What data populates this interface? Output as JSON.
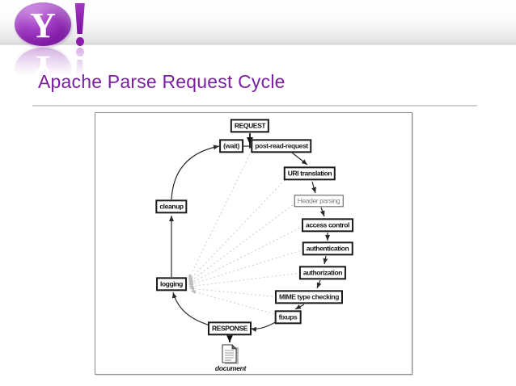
{
  "slide": {
    "title": "Apache Parse Request Cycle",
    "logo": {
      "name": "yahoo-logo",
      "y_letter": "Y",
      "exclamation": "!"
    }
  },
  "diagram": {
    "nodes": {
      "request": "REQUEST",
      "wait": "(wait)",
      "post_read_request": "post-read-request",
      "uri_translation": "URI translation",
      "header_parsing": "Header parsing",
      "access_control": "access control",
      "authentication": "authentication",
      "authorization": "authorization",
      "mime_type_checking": "MIME type checking",
      "fixups": "fixups",
      "response": "RESPONSE",
      "logging": "logging",
      "cleanup": "cleanup",
      "document": "document"
    },
    "icons": [
      "document-icon"
    ]
  },
  "colors": {
    "title_purple": "#7b1fa2",
    "logo_purple": "#8a22ae",
    "dotted_line_gray": "#cccccc",
    "arrow_black": "#2a2a2a"
  }
}
